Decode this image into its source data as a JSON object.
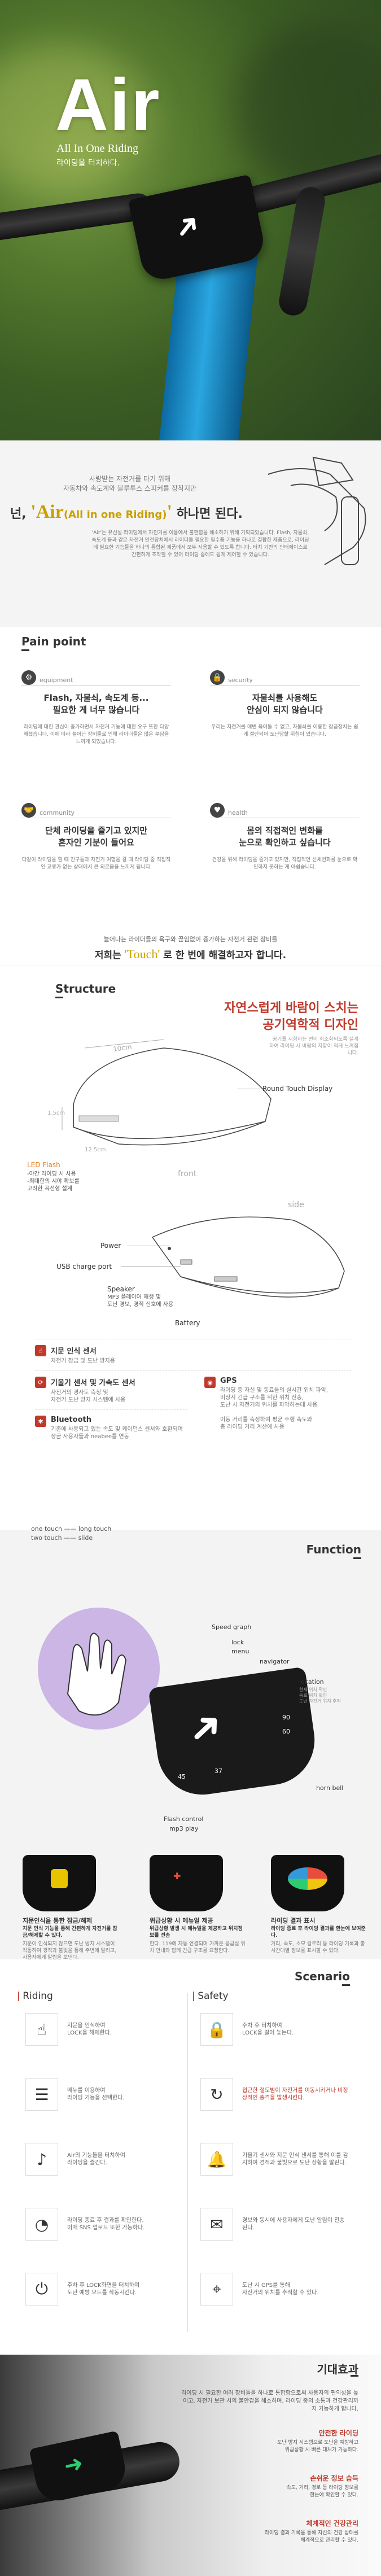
{
  "hero": {
    "title": "Air",
    "subtitle": "All In One Riding",
    "tagline": "라이딩을 터치하다."
  },
  "intro": {
    "lines": [
      "사랑받는 자전거를 타기 위해",
      "자동차와 속도계와 블루투스 스피커를 장착지만"
    ],
    "headline_pre": "넌, ",
    "headline_word": "'Air",
    "headline_paren": "(All in one Riding)",
    "headline_quote": "'",
    "headline_post": " 하나면 된다.",
    "body": "'Air'는 유선설 라이딩에서 자전거를 이용에서 불편함을 해소하기 위해 기획되었습니다. Flash, 자물쇠, 속도계 등과 같은 자전거 안전장치에서 라이더들 필요한 필수품 기능을 하나로 결합한 제품으로, 라이딩에 필요한 기능들을 하나의 통합된 제품에서 모두 사용할 수 있도록 합니다. 터치 기반의 인터페이스로 간편하게 조작할 수 있어 라이딩 중에도 쉽게 제어할 수 있습니다."
  },
  "pain": {
    "title": "Pain point",
    "cards": [
      {
        "tag": "equipment",
        "icon": "⚙",
        "head": "Flash, 자물쇠, 속도계 등...\n필요한 게 너무 많습니다",
        "body": "라이딩에 대한 관심이 증가하면서 자전거 기능에 대한 요구 또한 다양해졌습니다. 이에 따라 늘어난 장비들로 인해 라이더들은 많은 부담을 느끼게 되었습니다."
      },
      {
        "tag": "security",
        "icon": "🔒",
        "head": "자물쇠를 사용해도\n안심이 되지 않습니다",
        "body": "우리는 자전거를 매번 묶어둘 수 없고, 자물쇠를 이용한 잠금장치는 쉽게 절단되어 도난당할 위험이 있습니다."
      },
      {
        "tag": "community",
        "icon": "🤝",
        "head": "단체 라이딩을 즐기고 있지만\n혼자인 기분이 들어요",
        "body": "다같이 라이딩을 할 때 친구들과 자전거 여행을 갈 때 라이딩 중 직접적인 교류가 없는 상태에서 큰 외로움을 느끼게 됩니다."
      },
      {
        "tag": "health",
        "icon": "♥",
        "head": "몸의 직접적인 변화를\n눈으로 확인하고 싶습니다",
        "body": "건강을 위해 라이딩을 즐기고 있지만, 직접적인 신체변화를 눈으로 확인하지 못하는 게 아쉽습니다."
      }
    ],
    "footer_line1": "늘어나는 라이더들의 욕구와 끊임없이 증가하는 자전거 관련 장비를",
    "footer_pre": "저희는 ",
    "footer_touch": "'Touch'",
    "footer_post": " 로 한 번에 해결하고자 합니다."
  },
  "structure": {
    "title": "Structure",
    "head_line1": "자연스럽게 바람이 스치는",
    "head_line2": "공기역학적 디자인",
    "note": "공기를 저항하는 면이 최소화되도록 설계하여 라이딩 시 바람의 저항이 적게 느껴집니다.",
    "dim_len": "10cm",
    "dim_h": "1.5cm",
    "dim_w": "12.5cm",
    "front": "front",
    "side": "side",
    "round_touch": "Round Touch Display",
    "led_title": "LED Flash",
    "led_desc": "-야간 라이딩 시 사용\n-최대한의 시야 확보를\n고려한 곡선형 설계",
    "power": "Power",
    "usb": "USB charge port",
    "speaker": "Speaker",
    "speaker_desc": "MP3 플레이어 재생 및\n도난 경보, 경적 신호에 사용",
    "battery": "Battery",
    "features": [
      {
        "icon": "☝",
        "title": "지문 인식 센서",
        "body": "자전거 잠금 및 도난 방지용"
      },
      {
        "icon": "⟳",
        "title": "기울기 센서 및 가속도 센서",
        "body": "자전거의 경사도 측정 및\n자전거 도난 방지 시스템에 사용"
      },
      {
        "icon": "✱",
        "title": "Bluetooth",
        "body": "기존에 사용되고 있는 속도 및 케이던스 센서와 호환되며\n상금 사용자들과 neabee를 연동"
      }
    ],
    "gps": {
      "icon": "◉",
      "title": "GPS",
      "body": "라이딩 중 자신 및 동료들의 실시간 위치 파악,\n비상시 긴급 구조를 위한 위치 전송,\n도난 시 자전거의 위치를 파악하는데 사용\n\n이동 거리를 측정하여 평균 주행 속도와\n총 라이딩 거리 계산에 사용"
    }
  },
  "function": {
    "title": "Function",
    "legend1": "one touch ——  long touch",
    "legend2": "two touch ——  slide",
    "labels": [
      "Speed graph",
      "lock",
      "menu",
      "navigator",
      "location",
      "horn bell",
      "Flash control",
      "mp3 play"
    ],
    "location_note": "현재 위치 확인\n동료 위치 확인\n도난 자전거 위치 추적",
    "speeds": [
      "90",
      "60",
      "37",
      "45"
    ],
    "screens": [
      {
        "caption": "지문인식을 통한 잠금/해제",
        "head": "지문 인식 기능을 통해 간편하게 자전거를 잠금/해제할 수 있다.",
        "body": "지문이 인식되지 않으면 도난 방지 시스템이 작동하여 경적과 불빛을 통해 주변에 알리고, 사용자에게 알림을 보낸다."
      },
      {
        "caption": "위급상황 시 메뉴얼 제공",
        "head": "위급상황 발생 시 메뉴얼을 제공하고 위치정보를 전송",
        "body": "한다. 119에 자동 연결되며 가까운 응급실 위치 안내와 함께 긴급 구조를 요청한다."
      },
      {
        "caption": "라이딩 결과 표시",
        "head": "라이딩 종료 후 라이딩 결과를 한눈에 보여준다.",
        "body": "거리, 속도, 소모 칼로리 등 라이딩 기록과 총 시간대별 정보를 표시할 수 있다."
      }
    ]
  },
  "scenario": {
    "title": "Scenario",
    "riding": "Riding",
    "safety": "Safety",
    "riding_steps": [
      {
        "icon": "☝",
        "text": "지문을 인식하여\nLOCK을 해제한다."
      },
      {
        "icon": "☰",
        "text": "메뉴를 이용하여\n라이딩 기능을 선택한다."
      },
      {
        "icon": "♪",
        "text": "Air의 기능들을 터치하여\n라이딩을 즐긴다."
      },
      {
        "icon": "◔",
        "text": "라이딩 종료 후 결과를 확인한다.\n이때 SNS 업로드 또한 가능하다."
      },
      {
        "icon": "⏻",
        "text": "주차 후 LOCK화면을 터치하여\n도난 예방 모드를 작동시킨다."
      }
    ],
    "safety_steps": [
      {
        "icon": "🔒",
        "text": "주차 후 터치하여\nLOCK을 걸어 놓는다.",
        "red": ""
      },
      {
        "icon": "↻",
        "text": "접근한 절도범이 자전거를 이동시키거나 비정상적인 충격을 발생시킨다.",
        "red": ""
      },
      {
        "icon": "🔔",
        "text": "기울기 센서와 지문 인식 센서를 통해 이를 감지하여 경적과 불빛으로 도난 상황을 알린다.",
        "red": ""
      },
      {
        "icon": "✉",
        "text": "경보와 동시에 사용자에게 도난 알림이 전송된다.",
        "red": ""
      },
      {
        "icon": "⌖",
        "text": "도난 시 GPS를 통해\n자전거의 위치를 추적할 수 있다.",
        "red": ""
      }
    ]
  },
  "expect": {
    "title": "기대효과",
    "intro": "라이딩 시 필요한 여러 장비들을 하나로 통합함으로써 사용자의 편의성을 높이고, 자전거 보관 시의 불안감을 해소하며, 라이딩 중의 소통과 건강관리까지 가능하게 합니다.",
    "items": [
      {
        "head": "안전한 라이딩",
        "body": "도난 방지 시스템으로 도난을 예방하고\n위급상황 시 빠른 대처가 가능하다."
      },
      {
        "head": "손쉬운 정보 습득",
        "body": "속도, 거리, 경로 등 라이딩 정보를\n한눈에 확인할 수 있다."
      },
      {
        "head": "체계적인 건강관리",
        "body": "라이딩 결과 기록을 통해 자신의 건강 상태를\n체계적으로 관리할 수 있다."
      }
    ]
  }
}
